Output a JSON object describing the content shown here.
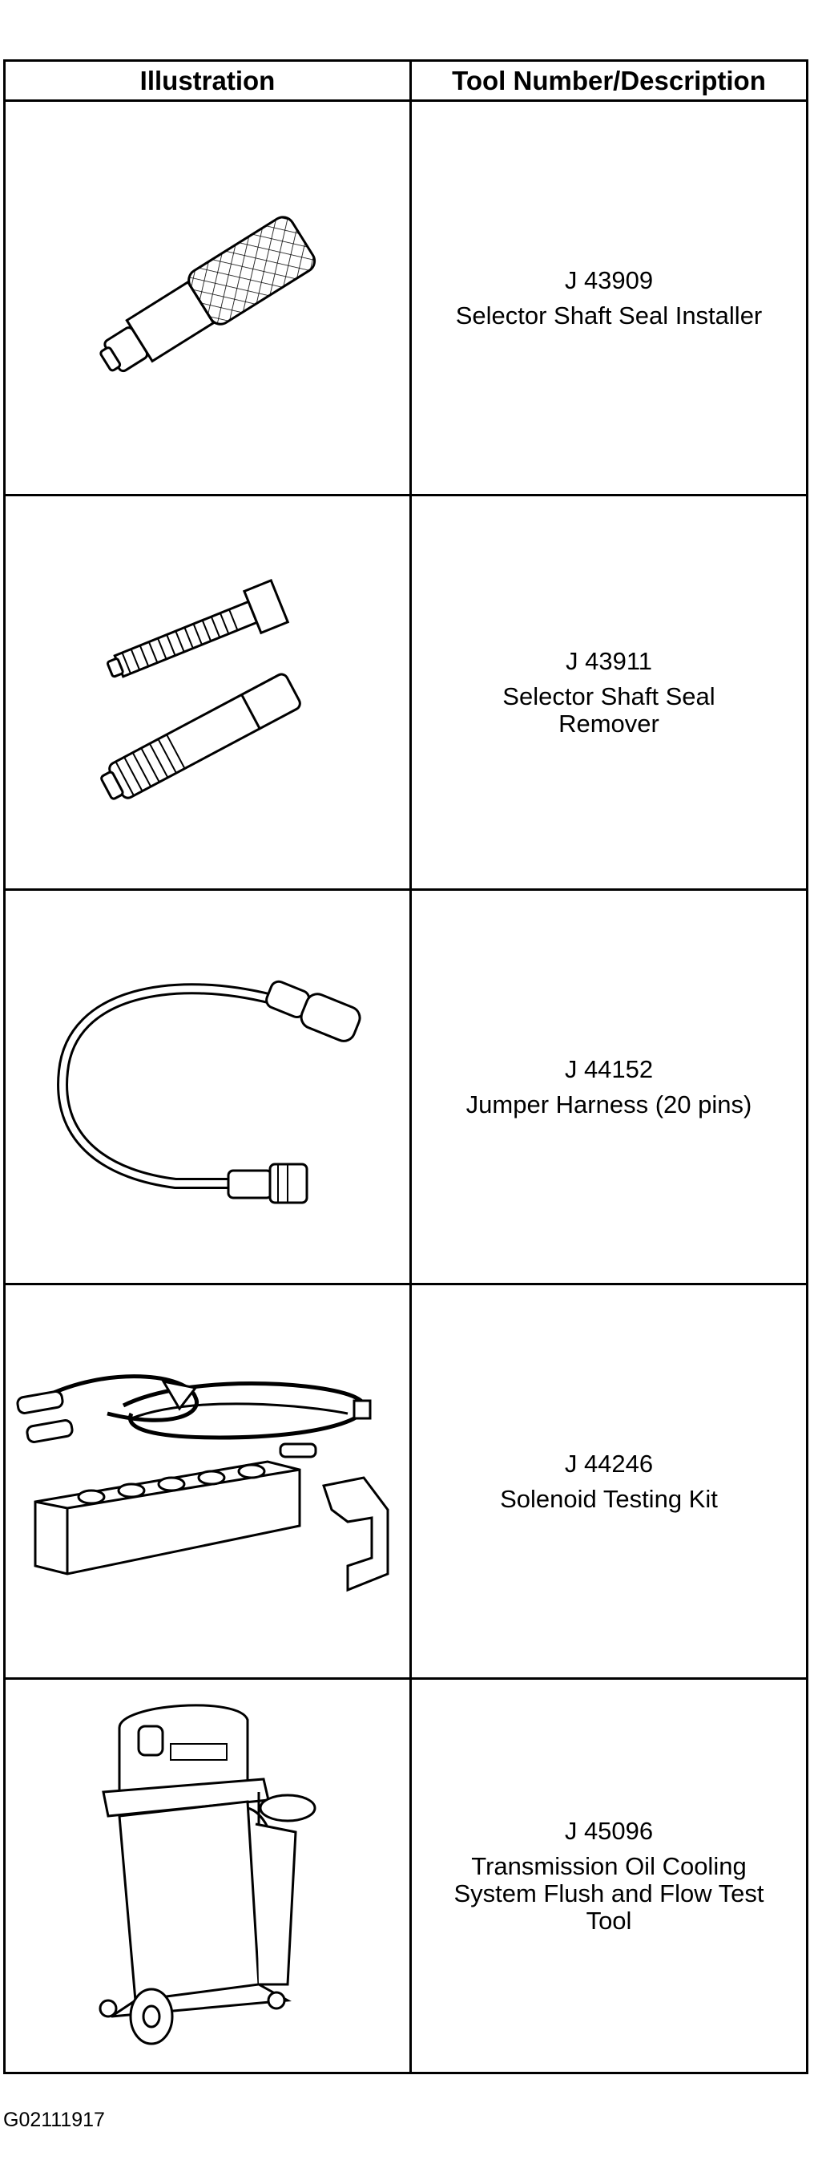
{
  "table": {
    "headers": [
      "Illustration",
      "Tool Number/Description"
    ],
    "rows": [
      {
        "tool_number": "J 43909",
        "description": "Selector Shaft Seal Installer",
        "icon": "seal-installer-illustration"
      },
      {
        "tool_number": "J 43911",
        "description": "Selector Shaft Seal Remover",
        "icon": "seal-remover-illustration"
      },
      {
        "tool_number": "J 44152",
        "description": "Jumper Harness (20 pins)",
        "icon": "jumper-harness-illustration"
      },
      {
        "tool_number": "J 44246",
        "description": "Solenoid Testing Kit",
        "icon": "solenoid-testing-kit-illustration"
      },
      {
        "tool_number": "J 45096",
        "description": "Transmission Oil Cooling System Flush and Flow Test Tool",
        "icon": "flush-test-tool-illustration"
      }
    ]
  },
  "figure_id": "G02111917"
}
